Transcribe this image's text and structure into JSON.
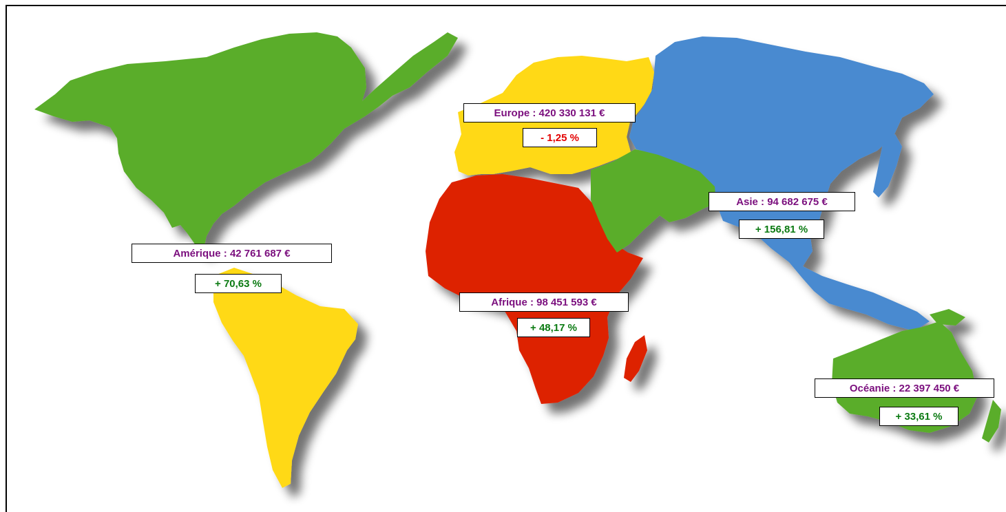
{
  "colors": {
    "europe": "#ffd914",
    "amerique_nord": "#5aad2a",
    "amerique_sud": "#ffd914",
    "afrique": "#dd2200",
    "asie": "#4a8ad0",
    "moyen_orient": "#5aad2a",
    "oceanie": "#5aad2a",
    "label_name": "#7b0f7e",
    "positive": "#0b7a12",
    "negative": "#e30000"
  },
  "regions": {
    "europe": {
      "label": "Europe : 420 330 131 €",
      "change": "- 1,25 %",
      "change_color": "#e30000"
    },
    "amerique": {
      "label": "Amérique : 42 761 687 €",
      "change": "+ 70,63 %",
      "change_color": "#0b7a12"
    },
    "afrique": {
      "label": "Afrique : 98 451 593 €",
      "change": "+ 48,17 %",
      "change_color": "#0b7a12"
    },
    "asie": {
      "label": "Asie : 94 682 675 €",
      "change": "+ 156,81 %",
      "change_color": "#0b7a12"
    },
    "oceanie": {
      "label": "Océanie : 22 397 450 €",
      "change": "+ 33,61 %",
      "change_color": "#0b7a12"
    }
  }
}
